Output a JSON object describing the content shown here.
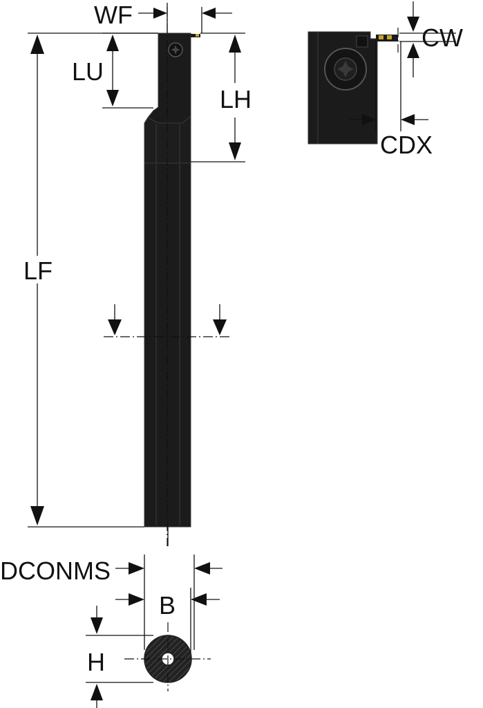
{
  "labels": {
    "wf": "WF",
    "lu": "LU",
    "lh": "LH",
    "lf": "LF",
    "cw": "CW",
    "cdx": "CDX",
    "dconms": "DCONMS",
    "b": "B",
    "h": "H"
  },
  "colors": {
    "tool_body": "#1b1b1b",
    "tool_edge": "#3a3a3a",
    "insert": "#c9a227",
    "line": "#111111"
  },
  "icons": {
    "insert_screw": "torx-screw-icon"
  }
}
